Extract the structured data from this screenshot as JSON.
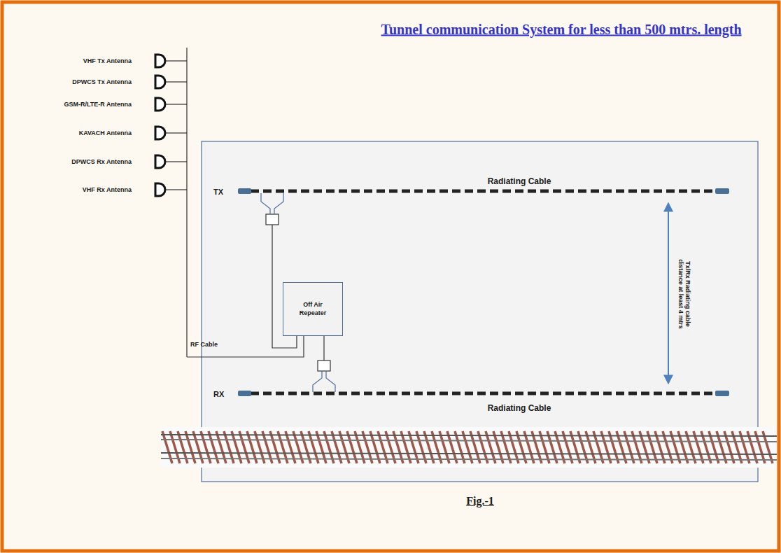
{
  "diagram": {
    "title": "Tunnel communication System for less than 500 mtrs. length",
    "caption": "Fig.-1",
    "nodes": [
      {
        "text": [
          "Off Air Repeater"
        ]
      }
    ],
    "labels": [
      "VHF Tx Antenna",
      "DPWCS Tx Antenna",
      "GSM-R/LTE-R Antenna",
      "KAVACH Antenna",
      "DPWCS Rx Antenna",
      "VHF Rx Antenna",
      "TX",
      "Radiating Cable",
      "Tx/Rx Radiating cable distance at least 4 mtrs",
      "RF Cable",
      "RX",
      "Radiating Cable"
    ]
  }
}
